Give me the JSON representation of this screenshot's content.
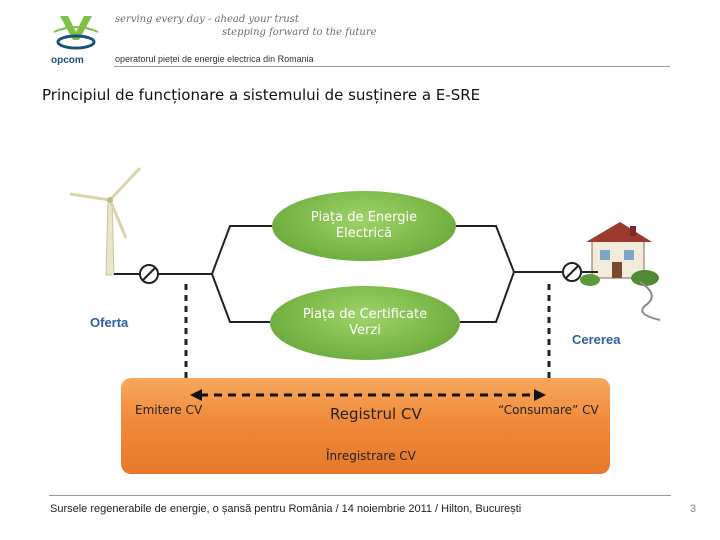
{
  "header": {
    "logo_text": "opcom",
    "tagline_1": "serving every day - ahead your trust",
    "tagline_2": "stepping forward to the future",
    "subtitle": "operatorul pieței de energie electrica din Romania"
  },
  "slide": {
    "title": "Principiul de funcționare a sistemului de susținere a E-SRE"
  },
  "diagram": {
    "market_energy": [
      "Piața de Energie",
      "Electrică"
    ],
    "market_cv": [
      "Piața de Certificate",
      "Verzi"
    ],
    "offer_label": "Oferta",
    "demand_label": "Cererea",
    "registry": {
      "emitere": "Emitere CV",
      "registrul": "Registrul CV",
      "consumare": "“Consumare” CV",
      "inregistrare": "Înregistrare CV"
    }
  },
  "footer": {
    "text": "Sursele regenerabile de energie, o șansă pentru România / 14 noiembrie 2011 / Hilton, București",
    "page": "3"
  },
  "colors": {
    "ellipse_green": "#7bb848",
    "registry_orange": "#f08a3a",
    "label_blue": "#2e5fa0"
  }
}
